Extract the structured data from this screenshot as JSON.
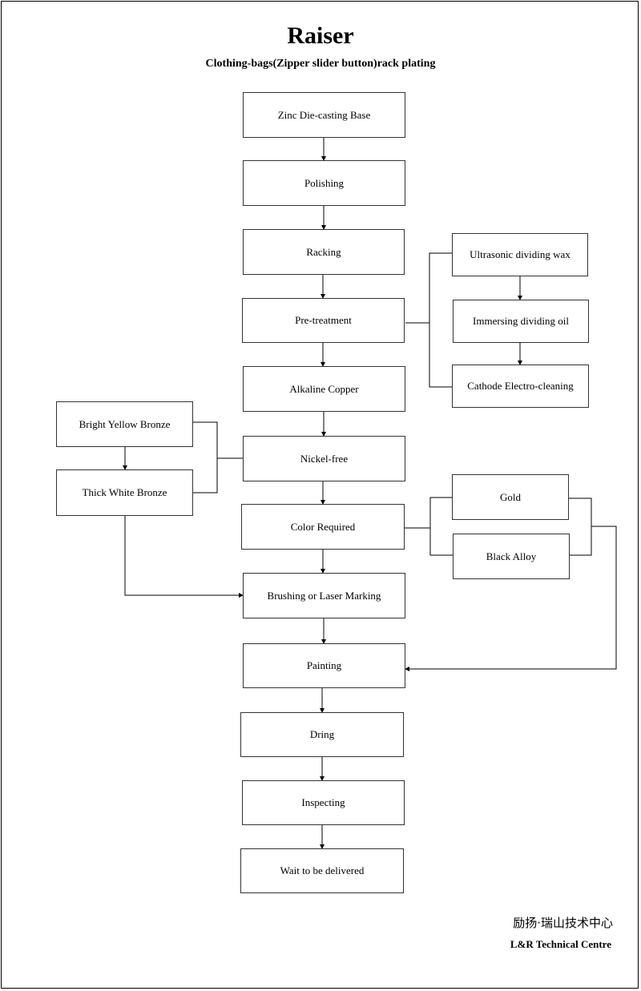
{
  "header": {
    "title": "Raiser",
    "subtitle": "Clothing-bags(Zipper slider button)rack plating"
  },
  "steps": {
    "base": "Zinc Die-casting Base",
    "polishing": "Polishing",
    "racking": "Racking",
    "pretreatment": "Pre-treatment",
    "alkaline_copper": "Alkaline Copper",
    "nickel_free": "Nickel-free",
    "color_required": "Color Required",
    "brushing": "Brushing or Laser Marking",
    "painting": "Painting",
    "drying": "Dring",
    "inspecting": "Inspecting",
    "delivery": "Wait to be delivered"
  },
  "pretreatment_substeps": {
    "ultrasonic": "Ultrasonic dividing wax",
    "immersing": "Immersing dividing oil",
    "cathode": "Cathode Electro-cleaning"
  },
  "bronze_options": {
    "bright_yellow": "Bright Yellow Bronze",
    "thick_white": "Thick White Bronze"
  },
  "color_options": {
    "gold": "Gold",
    "black_alloy": "Black Alloy"
  },
  "footer": {
    "company_cn": "励扬·瑞山技术中心",
    "company_en": "L&R Technical Centre"
  }
}
